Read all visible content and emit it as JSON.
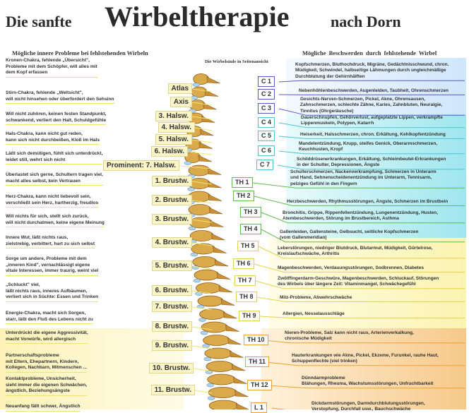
{
  "title": {
    "pre": "Die sanfte",
    "main": "Wirbeltherapie",
    "post": "nach Dorn"
  },
  "headers": {
    "left": "Mögliche innere Probleme bei fehlstehenden Wirbeln",
    "center": "Die Wirbelsäule in Seitenansicht",
    "right": "Mögliche Beschwerden durch fehlstehende Wirbel"
  },
  "left_items": [
    "Kronen-Chakra, fehlende „Übersicht\",\nProbleme mit dem Schöpfer, will alles mit\ndem Kopf erfassen",
    "Stirn-Chakra, fehlende „Weltsicht\",\nwill nicht hinsehen oder überfordert den Sehsinn",
    "Will nicht zuhören, keinen festen Standpunkt,\nschwankend, verliert den Halt, Schuldgefühle",
    "Hals-Chakra, kann nicht gut reden,\nkann sich nicht durchbeißen, Kloß im Hals",
    "Läßt sich demütigen, fühlt sich unterdrückt,\nleidet still, wehrt sich nicht",
    "Überlastet sich gerne, Schultern tragen viel,\nmacht alles selbst, kein Vertrauen",
    "Herz-Chakra, kann nicht liebevoll sein,\nverschließt sein Herz, hartherzig, freudlos",
    "Will nichts für sich, stellt sich zurück,\nwill nicht durchatmen, keine eigene Meinung",
    "Innere Wut, läßt nichts raus,\nzielstrebig, verbittert, hart zu sich selbst",
    "Sorge um andere, Probleme mit dem\n„inneren Kind\", vernachlässigt eigene\nvitale Interessen, immer traurig, weint viel",
    "„Schluckt\" viel,\nläßt nichts raus, inneres Aufbäumen,\nverliert sich in Süchte: Essen und Trinken",
    "Energie-Chakra, macht sich Sorgen,\nstarr, läßt den Fluß des Lebens nicht zu",
    "Unterdrückt die eigene Aggressivität,\nmacht Vorwürfe, wird allergisch",
    "Partnerschaftsprobleme\nmit Eltern, Ehepartnern, Kindern,\nKollegen, Nachbarn, Mitmenschen ...",
    "Kontaktprobleme, Unsicherheit,\nsieht immer die eigenen Schwächen,\nängstlich, Beziehungsängste",
    "Neuanfang fällt schwer, Ängstlich"
  ],
  "left_labels": [
    "Atlas",
    "Axis",
    "3. Halsw.",
    "4. Halsw.",
    "5. Halsw.",
    "6. Halsw.",
    "Prominent: 7. Halsw.",
    "1. Brustw.",
    "2. Brustw.",
    "3. Brustw.",
    "4. Brustw.",
    "5. Brustw.",
    "6. Brustw.",
    "7. Brustw.",
    "8. Brustw.",
    "9. Brustw.",
    "10. Brustw.",
    "11. Brustw."
  ],
  "right_labels": [
    "C 1",
    "C 2",
    "C 3",
    "C 4",
    "C 5",
    "C 6",
    "C 7",
    "TH 1",
    "TH 2",
    "TH 3",
    "TH 4",
    "TH 5",
    "TH 6",
    "TH 7",
    "TH 8",
    "TH 9",
    "TH 10",
    "TH 11",
    "TH 12",
    "L 1"
  ],
  "right_items": [
    "Kopfschmerzen, Bluthochdruck, Migräne, Gedächtnisschwund, chron.\nMüdigkeit, Schwindel, halbseitige Lähmungen durch ungleichmäßige\nDurchblutung der Gehirnhälften",
    "Nebenhöhlenbeschwerden, Augenleiden, Taubheit, Ohrenschmerzen",
    "Gesichts-Nerven-Schmerzen, Pickel, Akne, Ohrensausen,\nZahnschmerzen, schlechte Zähne, Karies, Zahnbluten, Neuralgie,\nTinnitus (Ohrgeräusche)",
    "Dauerschnupfen, Gehörverlust, aufgeplatzte Lippen, verkrampfte\nLippenmuskeln, Polypen, Katarrh",
    "Heiserkeit, Halsschmerzen, chron. Erkältung, Kehlkopfentzündung",
    "Mandelentzündung, Krupp, steifes Genick, Oberarmschmerzen,\nKeuchhusten, Kropf",
    "Schilddrüsenerkrankungen, Erkältung, Schleimbeutel-Erkrankungen\nin der Schulter, Depressionen, Ängste",
    "Schulterschmerzen, Nackenverkrampfung, Schmerzen in Unterarm\nund Hand, Sehnenscheidenentzündung im Unterarm, Tennisarm,\npelziges Gefühl in den Fingern",
    "Herzbeschwerden, Rhythmusstörungen, Ängste, Schmerzen im Brustbein",
    "Bronchitis, Grippe, Rippenfellentzündung, Lungenentzündung, Husten,\nAtembeschwerden, Störung im Brustbereich, Asthma",
    "Gallenleiden, Gallensteine, Gelbsucht, seitliche Kopfschmerzen\n(vom Gallenmeridian)",
    "Leberstörungen, niedriger Blutdruck, Blutarmut, Müdigkeit, Gürtelrose,\nKreislaufschwäche, Arthritis",
    "Magenbeschwerden, Verdauungsstörungen, Sodbrennen, Diabetes",
    "Zwölffingerdarm-Geschwüre, Magenbeschwerden, Schluckauf, Störungen\ndes Wirbels über längere Zeit: Vitaminmangel, Schwächegefühl",
    "Milz-Probleme, Abwehrschwäche",
    "Allergien, Nesselausschläge",
    "Nieren-Probleme, Salz kann nicht raus, Arterienverkalkung,\nchronische Müdigkeit",
    "Hauterkrankungen wie Akne, Pickel, Ekzeme, Furunkel, rauhe Haut,\nSchuppenflechte (viel trinken)",
    "Dünndarmprobleme\nBlähungen, Rheuma, Wachstumsstörungen, Unfruchtbarkeit",
    "Dickdarmstörungen, Darmdurchblutungsstörungen,\nVerstopfung, Durchfall usw., Bauchschwäche"
  ]
}
